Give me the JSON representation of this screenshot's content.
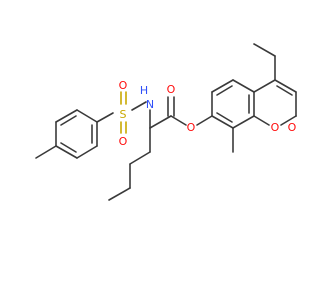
{
  "colors": {
    "carbon_bond": "#3a3a3a",
    "oxygen": "#ff0d0d",
    "nitrogen": "#3050f8",
    "sulfur": "#c8a800",
    "background": "#ffffff"
  },
  "atoms": {
    "sulfur": "S",
    "sulfonyl_oxygen_1": "O",
    "sulfonyl_oxygen_2": "O",
    "amide_nitrogen_h": "H",
    "amide_nitrogen": "N",
    "carbonyl_oxygen": "O",
    "ester_oxygen": "O",
    "ring_oxygen": "O",
    "lactone_carbonyl_oxygen": "O"
  }
}
